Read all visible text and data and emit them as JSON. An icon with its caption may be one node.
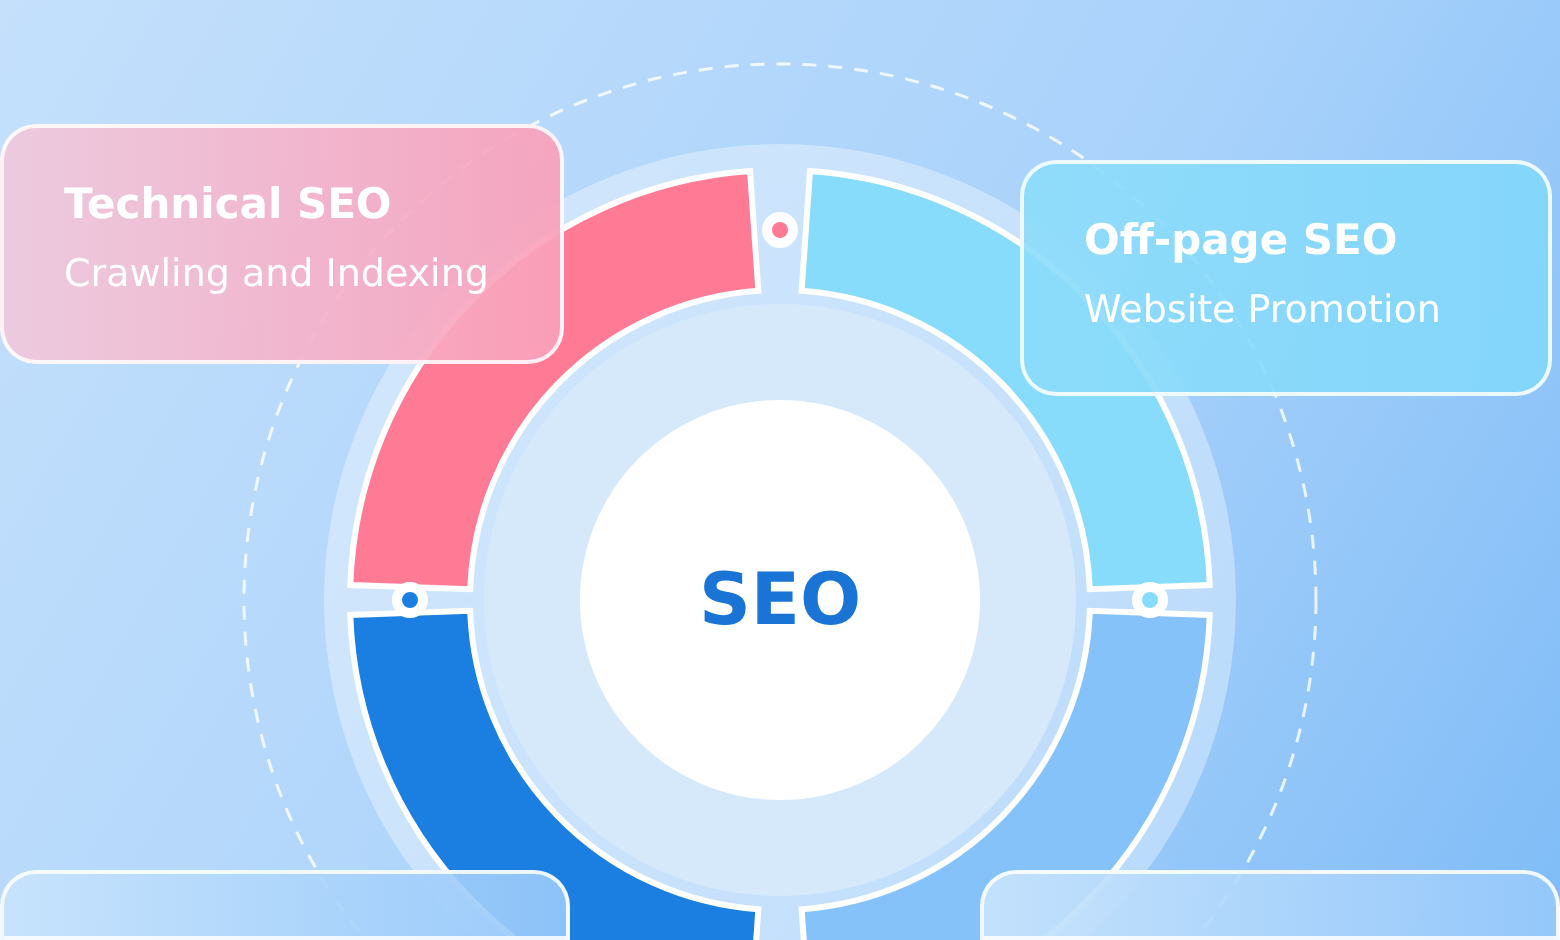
{
  "diagram": {
    "nodes": [
      {
        "text": [
          "SEO"
        ]
      },
      {
        "text": [
          "Technical SEO",
          "Crawling and Indexing"
        ]
      },
      {
        "text": [
          "Off-page SEO",
          "Website Promotion"
        ]
      },
      {
        "text": [],
        "shape": "box"
      },
      {
        "text": [],
        "shape": "box"
      }
    ]
  }
}
